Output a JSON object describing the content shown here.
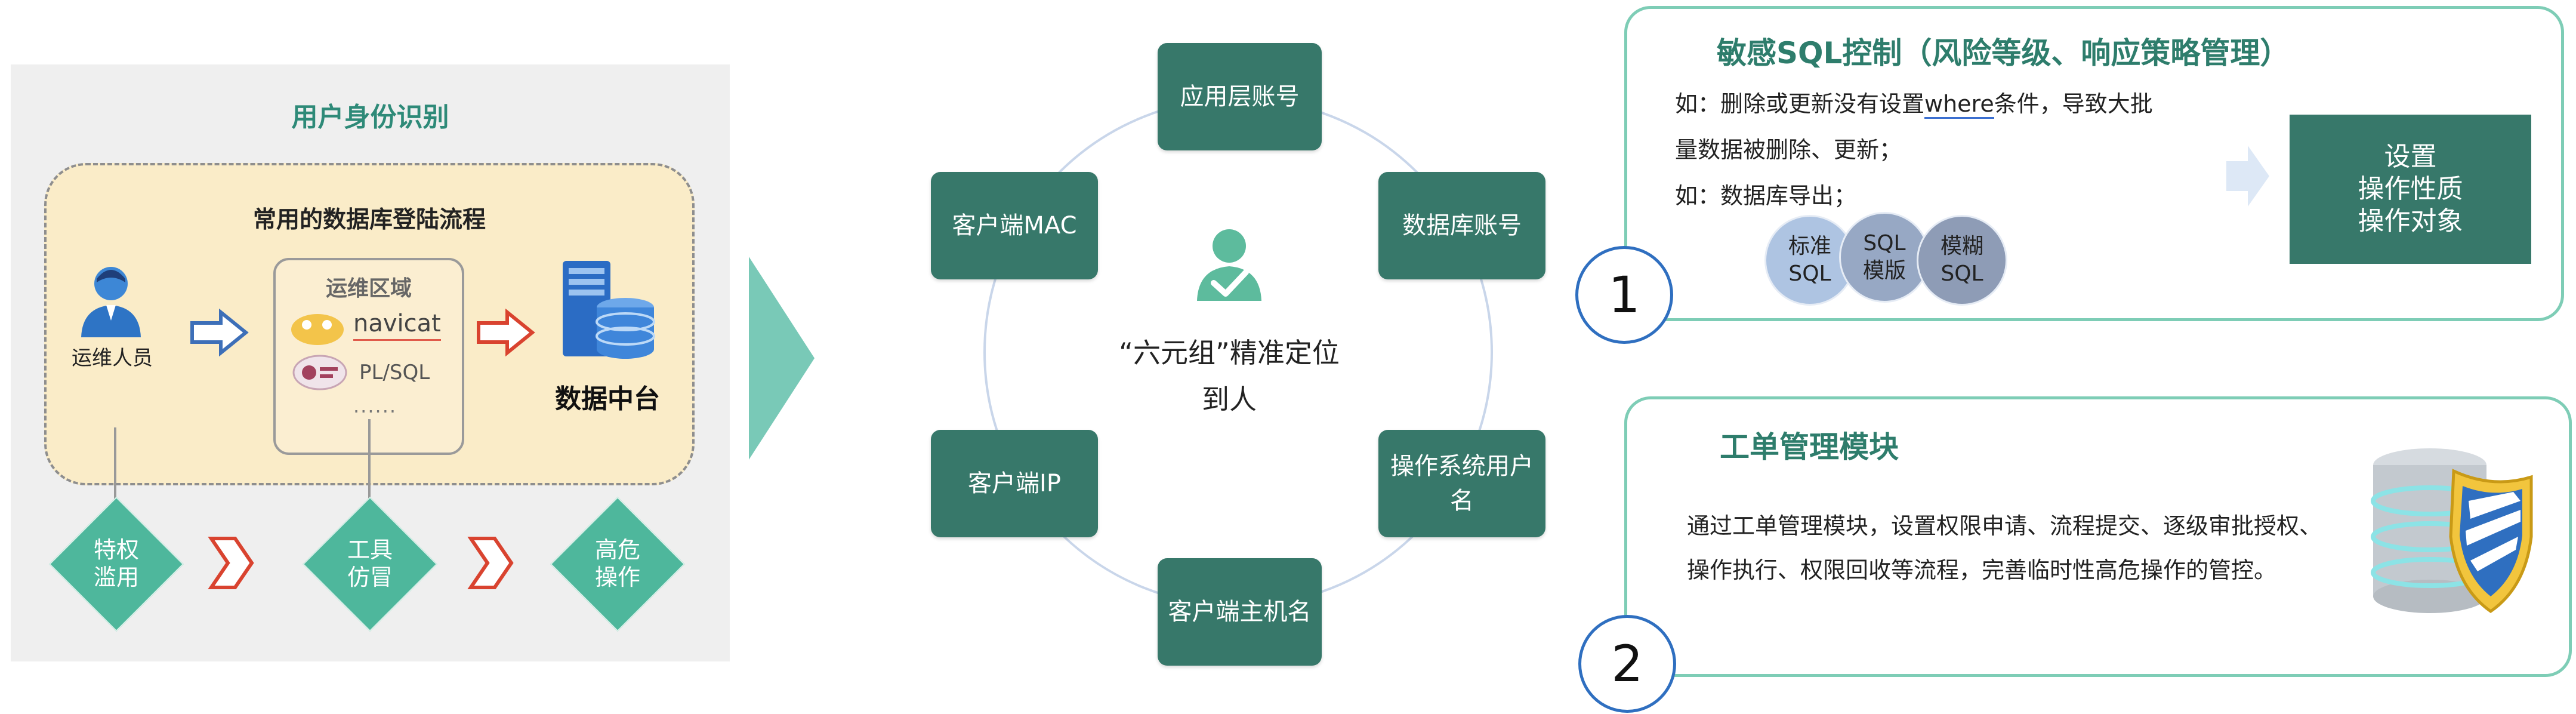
{
  "left": {
    "title": "用户身份识别",
    "login_flow_title": "常用的数据库登陆流程",
    "ops_person_label": "运维人员",
    "ops_zone": {
      "title": "运维区域",
      "tools": [
        "navicat",
        "PL/SQL"
      ],
      "more": "......"
    },
    "datacenter_label": "数据中台",
    "risks": [
      {
        "label_line1": "特权",
        "label_line2": "滥用"
      },
      {
        "label_line1": "工具",
        "label_line2": "仿冒"
      },
      {
        "label_line1": "高危",
        "label_line2": "操作"
      }
    ]
  },
  "center": {
    "nodes": [
      {
        "label": "应用层账号"
      },
      {
        "label": "数据库账号"
      },
      {
        "label": "操作系统用户名"
      },
      {
        "label": "客户端主机名"
      },
      {
        "label": "客户端IP"
      },
      {
        "label": "客户端MAC"
      }
    ],
    "core_text_line1": "“六元组”精准定位",
    "core_text_line2": "到人"
  },
  "sql_control": {
    "title": "敏感SQL控制（风险等级、响应策略管理）",
    "example1_line1_a": "如：删除或更新没有设置",
    "example1_line1_keyword": "where",
    "example1_line1_b": "条件，导致大批",
    "example1_line2": "量数据被删除、更新；",
    "example2": "如：数据库导出；",
    "sql_types": [
      {
        "line1": "标准",
        "line2": "SQL"
      },
      {
        "line1": "SQL",
        "line2": "模版"
      },
      {
        "line1": "模糊",
        "line2": "SQL"
      }
    ],
    "action_lines": [
      "设置",
      "操作性质",
      "操作对象"
    ],
    "badge": "1"
  },
  "work_order": {
    "title": "工单管理模块",
    "description": "通过工单管理模块，设置权限申请、流程提交、逐级审批授权、操作执行、权限回收等流程，完善临时性高危操作的管控。",
    "badge": "2"
  },
  "colors": {
    "teal_dark": "#37786a",
    "teal_light": "#4eb79c",
    "border_teal": "#7ecdb6",
    "badge_blue": "#2f6fc0"
  }
}
